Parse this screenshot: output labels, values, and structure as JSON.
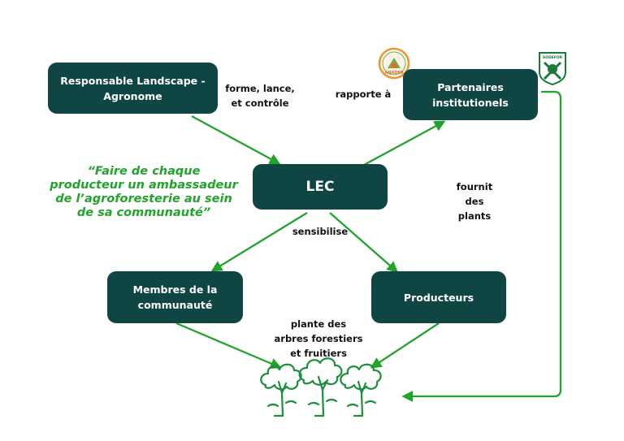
{
  "nodes": {
    "responsable": "Responsable Landscape -\nAgronome",
    "partenaires": "Partenaires\ninstitutionels",
    "lec": "LEC",
    "membres": "Membres de la\ncommunauté",
    "producteurs": "Producteurs"
  },
  "labels": {
    "forme": "forme, lance,\net contrôle",
    "rapporte": "rapporte à",
    "fournit": "fournit\ndes\nplants",
    "sensibilise": "sensibilise",
    "plante": "plante des\narbres forestiers\net fruitiers"
  },
  "quote": "“Faire de chaque\nproducteur un ambassadeur\nde l’agroforesterie au sein\nde sa communauté”",
  "logos": {
    "left_text": "ANADER",
    "right_text": "SODEFOR"
  },
  "icons": {
    "trees": "trees-icon"
  },
  "colors": {
    "node_fill": "#0f4543",
    "arrow": "#22a32c",
    "quote": "#22a32c",
    "tree": "#1d8f3c"
  }
}
